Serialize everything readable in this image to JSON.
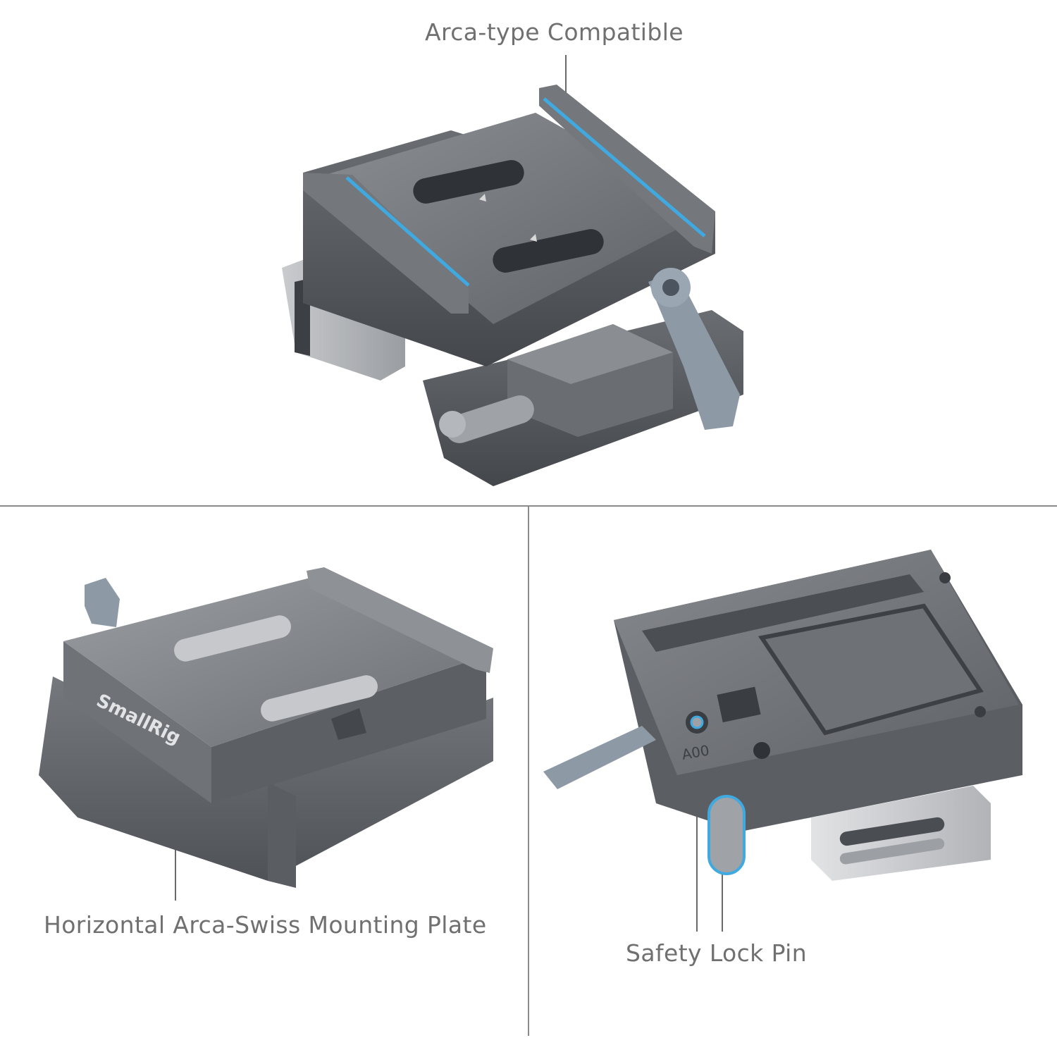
{
  "callouts": {
    "top": "Arca-type Compatible",
    "bottom_left": "Horizontal Arca-Swiss Mounting Plate",
    "bottom_right": "Safety Lock Pin"
  },
  "engravings": {
    "brand": "SmallRig",
    "model_code": "A00"
  },
  "colors": {
    "background": "#ffffff",
    "label_text": "#707070",
    "metal_dark": "#5b5e63",
    "metal_mid": "#7a7d82",
    "metal_light": "#a5a8ad",
    "accent_blue": "#3fa9e0",
    "lever_blue": "#8a9aaa",
    "divider": "#8a8a8a"
  }
}
